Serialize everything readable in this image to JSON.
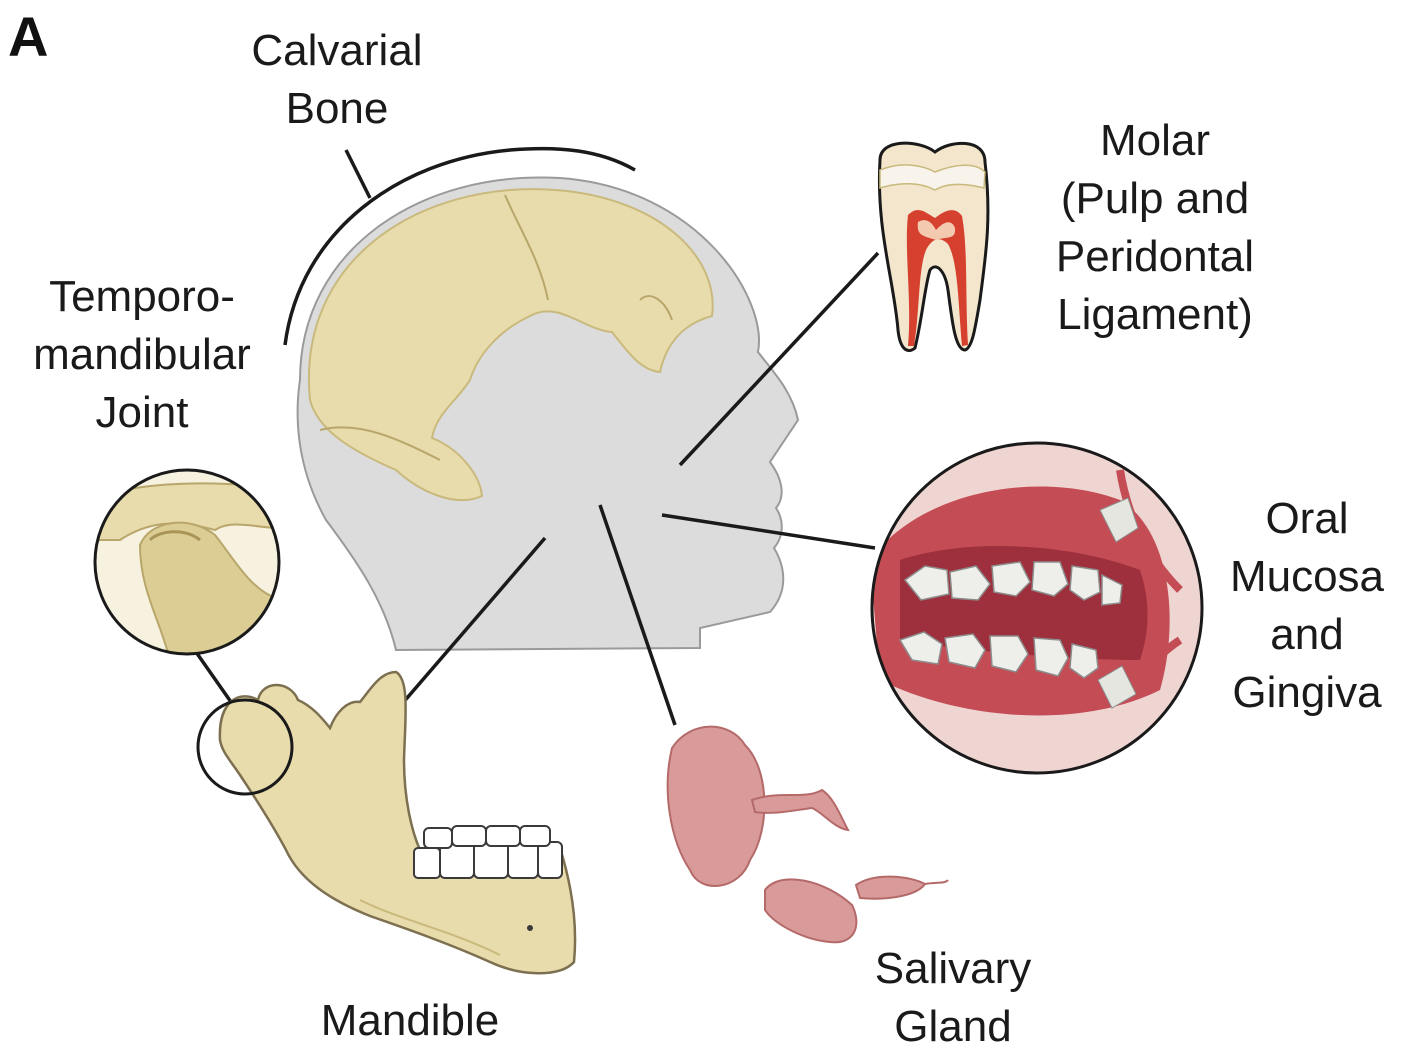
{
  "panel": "A",
  "labels": {
    "calvarial_bone": [
      "Calvarial",
      "Bone"
    ],
    "molar": [
      "Molar",
      "(Pulp and",
      "Peridontal",
      "Ligament)"
    ],
    "tmj": [
      "Temporo-",
      "mandibular",
      "Joint"
    ],
    "oral_mucosa": [
      "Oral",
      "Mucosa",
      "and",
      "Gingiva"
    ],
    "mandible": [
      "Mandible"
    ],
    "salivary_gland": [
      "Salivary",
      "Gland"
    ]
  },
  "colors": {
    "head": "#dcdcdc",
    "head_outline": "#9a9a9a",
    "bone": "#e8dcac",
    "bone_dark": "#c9b97c",
    "pulp": "#d6402f",
    "gland": "#d99a9a",
    "gum": "#c44d55",
    "tooth": "#eeeeea",
    "leader": "#1a1a1a"
  }
}
